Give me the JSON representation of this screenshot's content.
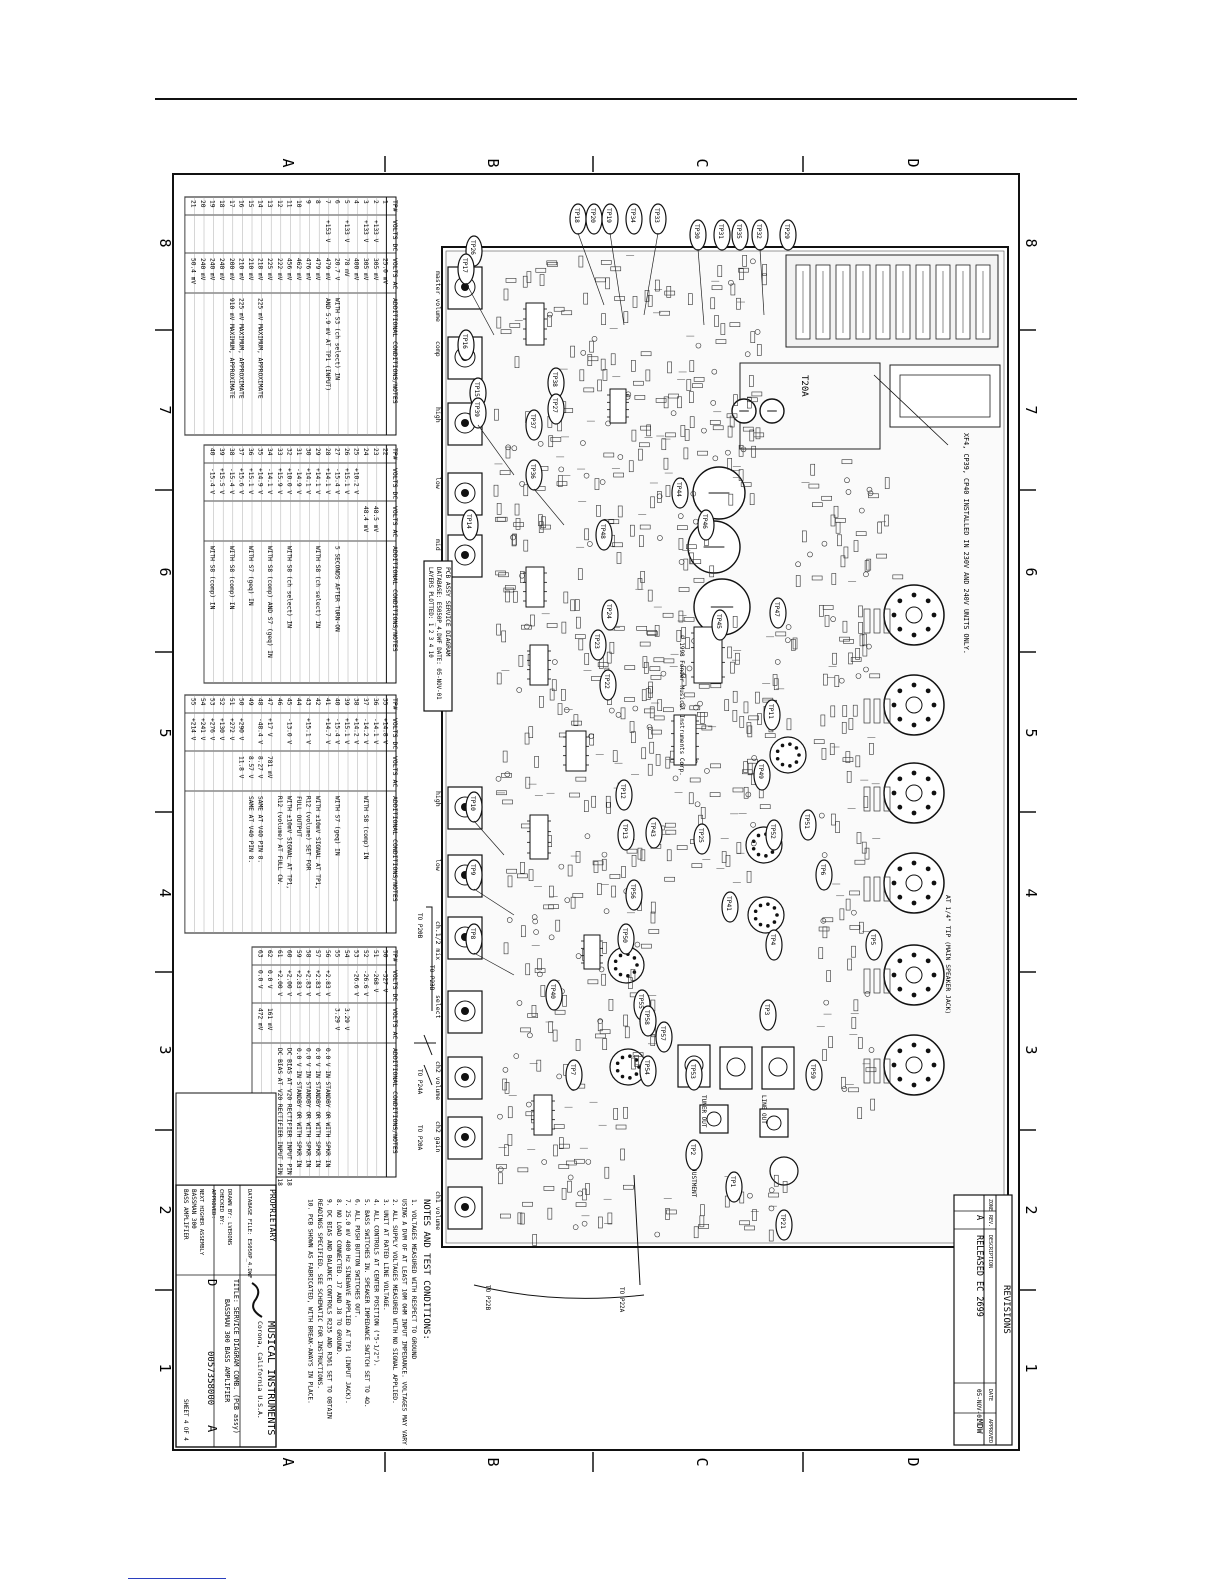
{
  "zone_letters": [
    "A",
    "B",
    "C",
    "D"
  ],
  "zone_numbers": [
    "8",
    "7",
    "6",
    "5",
    "4",
    "3",
    "2",
    "1"
  ],
  "revisions": {
    "title": "REVISIONS",
    "headers": [
      "ZONE",
      "REV.",
      "DESCRIPTION",
      "DATE",
      "APPROVED"
    ],
    "row": {
      "rev": "A",
      "description": "RELEASED EC 2699",
      "date": "05-NOV-01",
      "approved": "MDW"
    }
  },
  "notes": {
    "title": "NOTES AND TEST CONDITIONS:",
    "items": [
      "1. VOLTAGES MEASURED WITH RESPECT TO GROUND",
      "   USING A DVM OF AT LEAST 10M OHM INPUT IMPEDANCE. VOLTAGES MAY VARY ±20%.",
      "2. ALL SUPPLY VOLTAGES MEASURED WITH NO SIGNAL APPLIED.",
      "3. UNIT AT RATED LINE VOLTAGE.",
      "4. ALL CONTROLS AT CENTER POSITION (\"5-1/2\").",
      "5. BASS SWITCHES IN. SPEAKER IMPEDANCE SWITCH SET TO 4Ω.",
      "6. ALL PUSH BUTTON SWITCHES OUT.",
      "7. 25.0 mV 400 Hz SINEWAVE APPLIED AT TP1 (INPUT JACK).",
      "8. NO LOAD CONNECTED. J7 AND J8 TO GROUND.",
      "9. DC BIAS AND BALANCE CONTROLS R235 AND R361 SET TO OBTAIN",
      "   READINGS SPECIFIED. SEE SCHEMATIC FOR INSTRUCTIONS.",
      "10. PCB SHOWN AS FABRICATED, WITH BREAK-AWAYS IN PLACE."
    ]
  },
  "title_block": {
    "company": "MUSICAL INSTRUMENTS",
    "location": "Corona, California U.S.A.",
    "title_lines": [
      "TITLE: SERVICE DIAGRAM COMB. (PCB assy)",
      "BASSMAN 300 BASS AMPLIFIER"
    ],
    "size": "D",
    "drawing_number": "0057358000",
    "rev": "A",
    "sheet": "SHEET 4 OF 4",
    "proprietary": "PROPRIETARY",
    "database_file": "DATABASE FILE: ES050P_4.DWF",
    "next_higher": "NEXT HIGHER ASSEMBLY",
    "model": "BASSMAN 300",
    "model2": "BASS AMPLIFIER",
    "drawn": "DRAWN BY: LVERONS",
    "checked": "CHECKED BY:",
    "approved": "APPROVED:"
  },
  "layers_box": {
    "line1": "PCB ASSY SERVICE DIAGRAM",
    "line2": "DATABASE: ES050P_4.DWF    DATE: 05-NOV-01",
    "line3": "LAYERS PLOTTED: 1 2 3 4    10"
  },
  "annotations": {
    "xfmr_note": "XF4, CP39, CP40 INSTALLED IN 230V AND 240V UNITS ONLY.",
    "speaker_note": "AT 1/4\" TIP (MAIN SPEAKER JACK)",
    "t20": "T20A",
    "copyright": "© 1998 Fender Musical Instruments Corp.",
    "to_p20b": "TO P20B",
    "to_p20a": "TO P20A",
    "to_p24a": "TO P24A",
    "to_p22b": "TO P22B",
    "to_p22a": "TO P22A",
    "to_p23b": "TO P23B",
    "tuner_out": "TUNER OUT",
    "line_out": "LINE OUT",
    "bias_adj": "BIAS ADJUSTMENT",
    "ctrl_labels": [
      "master volume",
      "comp",
      "high",
      "low",
      "mid",
      "high",
      "low",
      "ch.1/2 mix",
      "select",
      "ch2 volume",
      "ch2 gain",
      "ch1 volume"
    ]
  },
  "tables": {
    "headers": [
      "TP#",
      "VOLTS DC",
      "VOLTS AC",
      "ADDITIONAL CONDITIONS/NOTES"
    ],
    "t1": [
      [
        "1",
        "",
        "25.0 mV",
        ""
      ],
      [
        "2",
        "+133 V",
        "305 mV",
        ""
      ],
      [
        "3",
        "+133 V",
        "305 mV",
        ""
      ],
      [
        "4",
        "",
        "400 mV",
        ""
      ],
      [
        "5",
        "+133 V",
        "78 mV",
        ""
      ],
      [
        "6",
        "",
        "20.7 V",
        "WITH S3 (ch select) IN"
      ],
      [
        "7",
        "+153 V",
        "479 mV",
        "AND 5.9 mV AT TP1 (INPUT)"
      ],
      [
        "8",
        "",
        "479 mV",
        ""
      ],
      [
        "9",
        "",
        "476 mV",
        ""
      ],
      [
        "10",
        "",
        "462 mV",
        ""
      ],
      [
        "11",
        "",
        "456 mV",
        ""
      ],
      [
        "12",
        "",
        "222 mV",
        ""
      ],
      [
        "13",
        "",
        "225 mV",
        ""
      ],
      [
        "14",
        "",
        "218 mV",
        "225 mV MAXIMUM, APPROXIMATE"
      ],
      [
        "15",
        "",
        "210 mV",
        ""
      ],
      [
        "16",
        "",
        "210 mV",
        "225 mV MAXIMUM, APPROXIMATE"
      ],
      [
        "17",
        "",
        "200 mV",
        "910 mV MAXIMUM, APPROXIMATE"
      ],
      [
        "18",
        "",
        "240 mV",
        ""
      ],
      [
        "19",
        "",
        "240 mV",
        ""
      ],
      [
        "20",
        "",
        "240 mV",
        ""
      ],
      [
        "21",
        "",
        "50.4 mV",
        ""
      ]
    ],
    "t2": [
      [
        "22",
        "",
        "",
        ""
      ],
      [
        "23",
        "",
        "48.5 mV",
        ""
      ],
      [
        "24",
        "",
        "48.4 mV",
        ""
      ],
      [
        "25",
        "+10.2 V",
        "",
        ""
      ],
      [
        "26",
        "+15.1 V",
        "",
        ""
      ],
      [
        "27",
        "-15.4 V",
        "",
        "5 SECONDS AFTER TURN-ON"
      ],
      [
        "28",
        "+14.1 V",
        "",
        ""
      ],
      [
        "29",
        "+14.1 V",
        "",
        "WITH S8 (ch select) IN"
      ],
      [
        "30",
        "+14.1 V",
        "",
        ""
      ],
      [
        "31",
        "-14.9 V",
        "",
        ""
      ],
      [
        "32",
        "+10.0 V",
        "",
        "WITH S8 (ch select) IN"
      ],
      [
        "33",
        "+15.9 V",
        "",
        ""
      ],
      [
        "34",
        "-14.1 V",
        "",
        "WITH S8 (comp) AND S7 (geq) IN"
      ],
      [
        "35",
        "+14.9 V",
        "",
        ""
      ],
      [
        "36",
        "+15.1 V",
        "",
        "WITH S7 (geq) IN"
      ],
      [
        "37",
        "+15.6 V",
        "",
        ""
      ],
      [
        "38",
        "-15.4 V",
        "",
        "WITH S8 (comp) IN"
      ],
      [
        "39",
        "+15.5 V",
        "",
        ""
      ],
      [
        "40",
        "-15.4 V",
        "",
        "WITH S8 (comp) IN"
      ]
    ],
    "t3": [
      [
        "35",
        "+14.8 V",
        "",
        ""
      ],
      [
        "36",
        "-14.1 V",
        "",
        ""
      ],
      [
        "37",
        "-14.2 V",
        "",
        "WITH S8 (comp) IN"
      ],
      [
        "38",
        "+14.2 V",
        "",
        ""
      ],
      [
        "39",
        "+15.1 V",
        "",
        ""
      ],
      [
        "40",
        "-15.4 V",
        "",
        "WITH S7 (geq) IN"
      ],
      [
        "41",
        "+14.7 V",
        "",
        ""
      ],
      [
        "42",
        "",
        "",
        "WITH ±10mV SIGNAL AT TP1,"
      ],
      [
        "43",
        "+15.1 V",
        "",
        "R12 (volume) SET FOR"
      ],
      [
        "44",
        "",
        "",
        "FULL OUTPUT"
      ],
      [
        "45",
        "-13.0 V",
        "",
        "WITH ±10mV SIGNAL AT TP1,"
      ],
      [
        "46",
        "",
        "",
        "R12 (volume) AT FULL CW."
      ],
      [
        "47",
        "+17 V",
        "781 mV",
        ""
      ],
      [
        "48",
        "-48.4 V",
        "8.27 V",
        "SAME AT V40 PIN 8."
      ],
      [
        "49",
        "",
        "8.57 V",
        "SAME AT V40 PIN 8."
      ],
      [
        "50",
        "+290 V",
        "11.8 V",
        ""
      ],
      [
        "51",
        "+272 V",
        "",
        ""
      ],
      [
        "52",
        "+130 V",
        "",
        ""
      ],
      [
        "53",
        "+276 V",
        "",
        ""
      ],
      [
        "54",
        "+241 V",
        "",
        ""
      ],
      [
        "55",
        "+214 V",
        "",
        ""
      ]
    ],
    "t4": [
      [
        "50",
        "-327 V",
        "",
        ""
      ],
      [
        "51",
        "-268 V",
        "",
        ""
      ],
      [
        "52",
        "-26.6 V",
        "",
        ""
      ],
      [
        "53",
        "-26.6 V",
        "",
        ""
      ],
      [
        "54",
        "",
        "3.29 V",
        ""
      ],
      [
        "55",
        "",
        "3.29 V",
        ""
      ],
      [
        "56",
        "+2.83 V",
        "",
        "0.0 V IN STANDBY OR WITH SPKR IN"
      ],
      [
        "57",
        "+2.83 V",
        "",
        "0.0 V IN STANDBY OR WITH SPKR IN"
      ],
      [
        "58",
        "+2.83 V",
        "",
        "0.0 V IN STANDBY OR WITH SPKR IN"
      ],
      [
        "59",
        "+2.83 V",
        "",
        "0.0 V IN STANDBY OR WITH SPKR IN"
      ],
      [
        "60",
        "+2.00 V",
        "",
        "DC BIAS AT V20 RECTIFIER INPUT PIN 18"
      ],
      [
        "61",
        "+2.00 V",
        "",
        "DC BIAS AT V20 RECTIFIER INPUT PIN 18"
      ],
      [
        "62",
        "0.0 V",
        "161 mV",
        ""
      ],
      [
        "63",
        "0.0 V",
        "472 mV",
        ""
      ]
    ]
  },
  "tp_labels": [
    "TP26",
    "TP18",
    "TP20",
    "TP19",
    "TP34",
    "TP33",
    "TP30",
    "TP31",
    "TP35",
    "TP32",
    "TP29",
    "TP17",
    "TP16",
    "TP15",
    "TP39",
    "TP37",
    "TP38",
    "TP27",
    "TP36",
    "TP14",
    "TP44",
    "TP46",
    "TP45",
    "TP47",
    "TP48",
    "TP22",
    "TP23",
    "TP24",
    "TP11",
    "TP49",
    "TP12",
    "TP13",
    "TP10",
    "TP43",
    "TP9",
    "TP8",
    "TP25",
    "TP52",
    "TP51",
    "TP41",
    "TP50",
    "TP55",
    "TP54",
    "TP58",
    "TP57",
    "TP53",
    "TP3",
    "TP4",
    "TP6",
    "TP5",
    "TP40",
    "TP7",
    "TP2",
    "TP1",
    "TP21",
    "TP56",
    "TP59"
  ]
}
